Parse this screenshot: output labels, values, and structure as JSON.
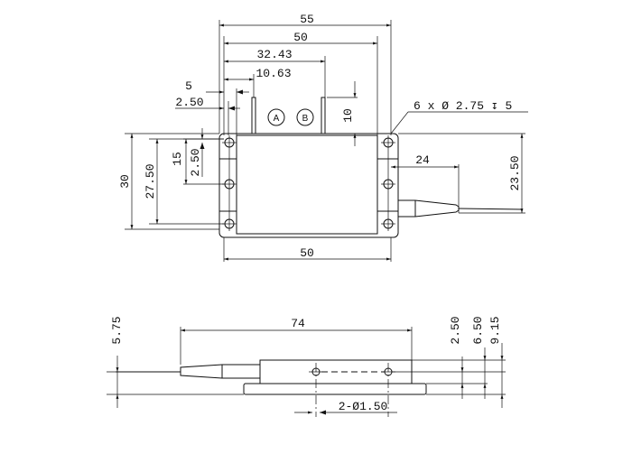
{
  "top_view": {
    "dimensions": {
      "overall_length": "55",
      "hole_span_top": "50",
      "pin_b_offset": "32.43",
      "pin_a_offset": "10.63",
      "hole_offset": "5",
      "edge_offset": "2.50",
      "pin_length": "10",
      "hole_callout": "6 x Ø 2.75 ↧ 5",
      "fiber_offset": "24",
      "fiber_height": "23.50",
      "total_height": "30",
      "hole_span_vertical": "27.50",
      "hole_to_middle": "15",
      "hole_edge_offset_vertical": "2.50",
      "hole_span_bottom": "50"
    },
    "datum_a": "A",
    "datum_b": "B"
  },
  "side_view": {
    "dimensions": {
      "fiber_height": "5.75",
      "boot_length": "74",
      "pin_height": "2.50",
      "body_height": "6.50",
      "total_height": "9.15",
      "pin_callout": "2-Ø1.50"
    }
  }
}
